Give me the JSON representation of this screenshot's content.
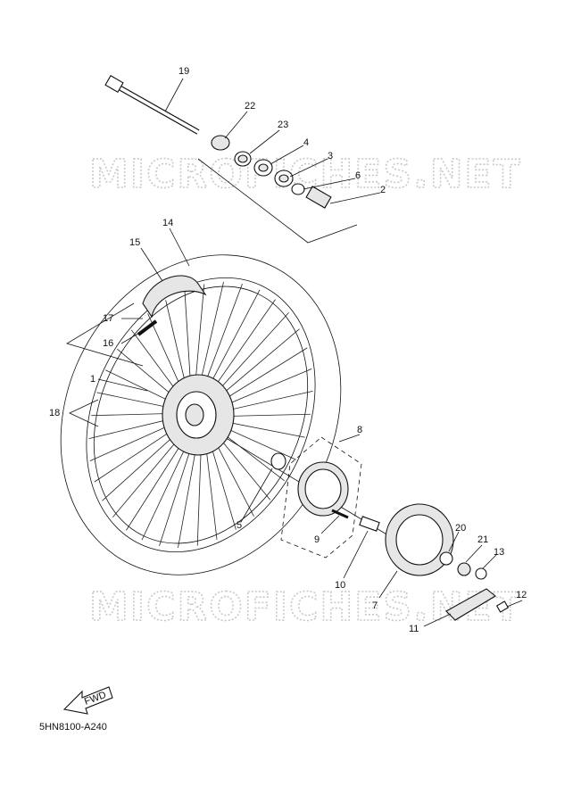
{
  "diagram": {
    "code": "5HN8100-A240",
    "watermark": "MICROFICHES.NET",
    "fwd_label": "FWD",
    "callouts": [
      "19",
      "22",
      "23",
      "4",
      "3",
      "6",
      "2",
      "14",
      "15",
      "17",
      "16",
      "1",
      "18",
      "8",
      "5",
      "9",
      "10",
      "7",
      "20",
      "21",
      "13",
      "12",
      "11"
    ]
  }
}
